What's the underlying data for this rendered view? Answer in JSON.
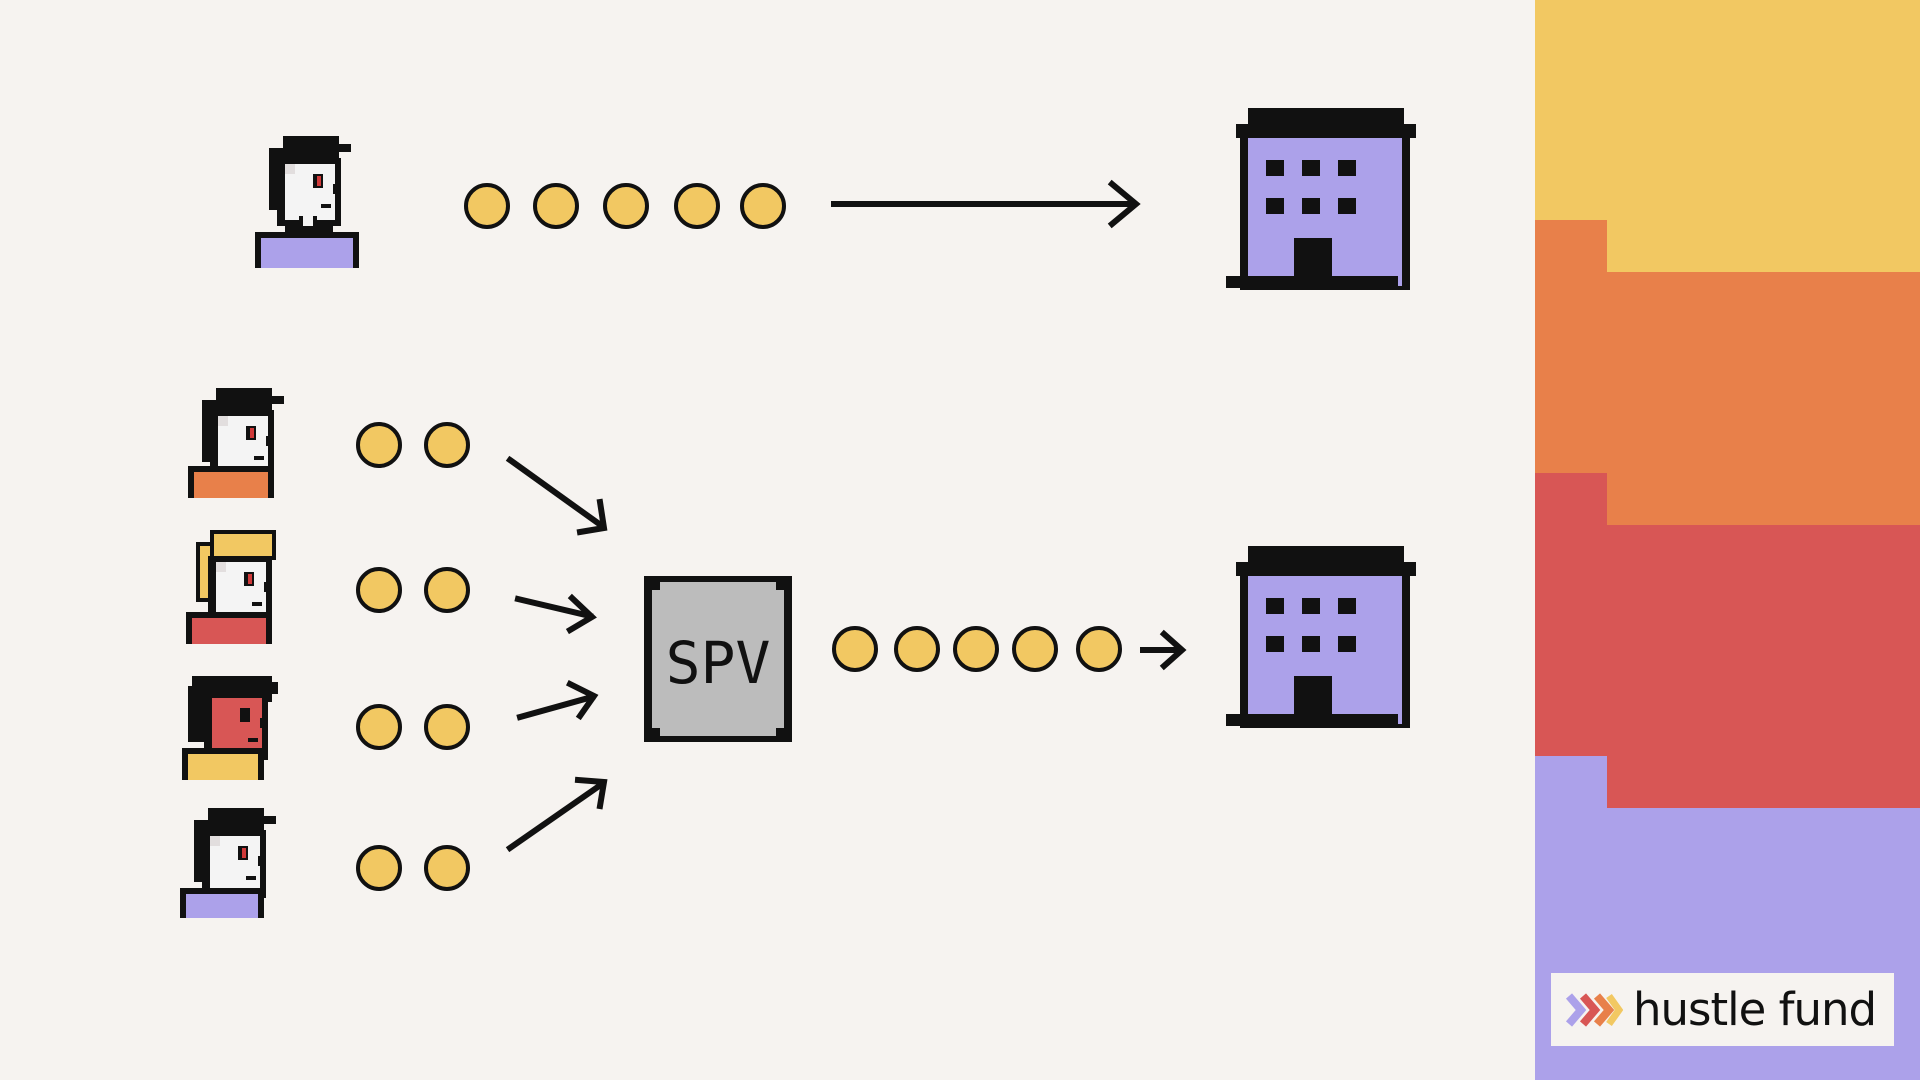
{
  "diagram": {
    "direct_investment": {
      "investor_count": 1,
      "coins_from_investor": 5,
      "recipient": "company"
    },
    "spv_investment": {
      "investor_count": 4,
      "coins_per_investor": 2,
      "intermediary_label": "SPV",
      "coins_from_spv": 5,
      "recipient": "company"
    }
  },
  "brand": {
    "name": "hustle fund",
    "logo_icon": "chevron-arrows-icon"
  },
  "colors": {
    "background": "#f6f3f0",
    "coin": "#f2c862",
    "building": "#aca1ea",
    "spv_box": "#bcbcbc",
    "ink": "#111111",
    "sidebar_yellow": "#f2c862",
    "sidebar_orange": "#e8804a",
    "sidebar_red": "#d85655",
    "sidebar_purple": "#aca1ea"
  },
  "icons": [
    "investor-icon",
    "coin-icon",
    "arrow-icon",
    "spv-box-icon",
    "company-building-icon"
  ]
}
